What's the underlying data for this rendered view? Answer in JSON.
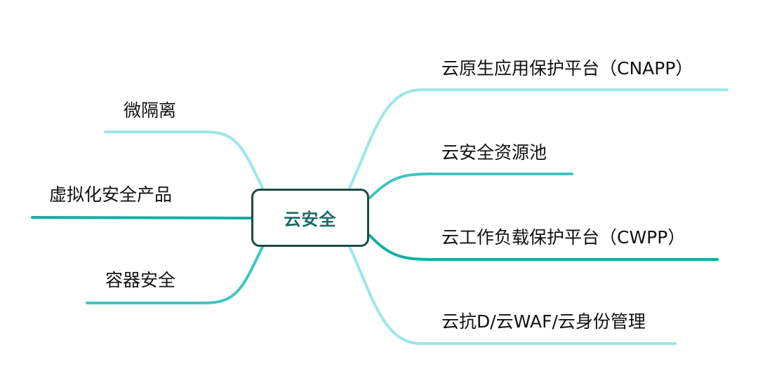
{
  "center": {
    "label": "云安全"
  },
  "left_branches": [
    {
      "label": "微隔离"
    },
    {
      "label": "虚拟化安全产品"
    },
    {
      "label": "容器安全"
    }
  ],
  "right_branches": [
    {
      "label": "云原生应用保护平台（CNAPP）"
    },
    {
      "label": "云安全资源池"
    },
    {
      "label": "云工作负载保护平台（CWPP）"
    },
    {
      "label": "云抗D/云WAF/云身份管理"
    }
  ],
  "colors": {
    "light_link": "#9ee6ea",
    "dark_link": "#15ada0",
    "center_border": "#1f4a44",
    "center_text": "#1b6b61"
  }
}
